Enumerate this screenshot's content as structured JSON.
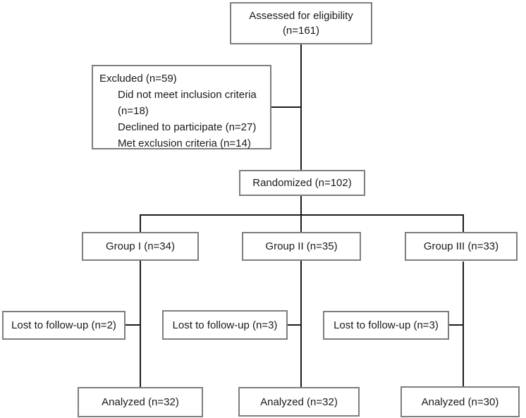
{
  "figure": {
    "type": "consort-flow-diagram",
    "background": "#ffffff",
    "box_border_color": "#7e7e7e",
    "box_fill_color": "#ffffff",
    "line_color": "#1c1c1c",
    "text_color": "#1a1a1a"
  },
  "nodes": {
    "assessed": {
      "line1": "Assessed for eligibility",
      "line2": "(n=161)"
    },
    "excluded": {
      "title": "Excluded (n=59)",
      "items": [
        "Did not meet inclusion criteria (n=18)",
        "Declined to participate (n=27)",
        "Met exclusion criteria (n=14)"
      ]
    },
    "randomized": {
      "label": "Randomized (n=102)"
    },
    "groups": [
      {
        "label": "Group I (n=34)"
      },
      {
        "label": "Group II (n=35)"
      },
      {
        "label": "Group III (n=33)"
      }
    ],
    "lost": [
      {
        "label": "Lost to follow-up (n=2)"
      },
      {
        "label": "Lost to follow-up (n=3)"
      },
      {
        "label": "Lost to follow-up (n=3)"
      }
    ],
    "analyzed": [
      {
        "label": "Analyzed (n=32)"
      },
      {
        "label": "Analyzed (n=32)"
      },
      {
        "label": "Analyzed (n=30)"
      }
    ]
  }
}
